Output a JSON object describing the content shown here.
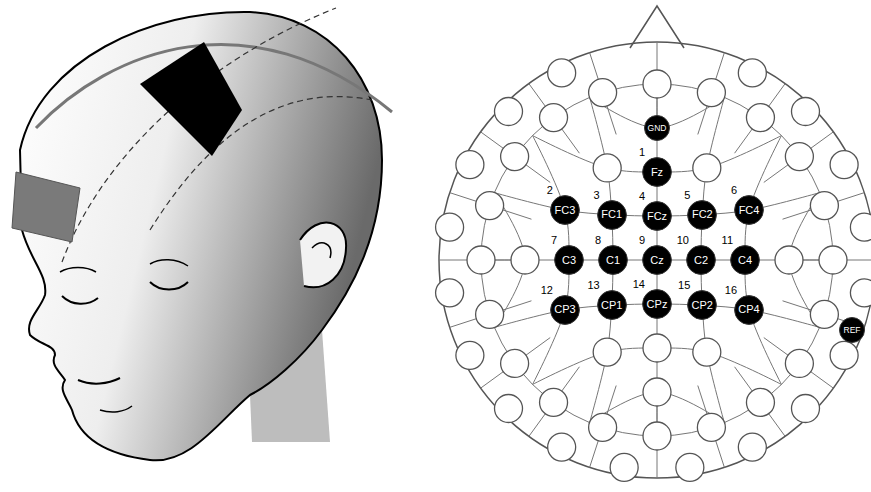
{
  "diagram": {
    "nodes": [
      {
        "text": [
          "GND"
        ]
      },
      {
        "text": [
          "Fz"
        ]
      },
      {
        "text": [
          "FC3"
        ]
      },
      {
        "text": [
          "FC1"
        ]
      },
      {
        "text": [
          "FCz"
        ]
      },
      {
        "text": [
          "FC2"
        ]
      },
      {
        "text": [
          "FC4"
        ]
      },
      {
        "text": [
          "C3"
        ]
      },
      {
        "text": [
          "C1"
        ]
      },
      {
        "text": [
          "Cz"
        ]
      },
      {
        "text": [
          "C2"
        ]
      },
      {
        "text": [
          "C4"
        ]
      },
      {
        "text": [
          "CP3"
        ]
      },
      {
        "text": [
          "CP1"
        ]
      },
      {
        "text": [
          "CPz"
        ]
      },
      {
        "text": [
          "CP2"
        ]
      },
      {
        "text": [
          "CP4"
        ]
      },
      {
        "text": [
          "REF"
        ]
      }
    ],
    "labels": [
      "1",
      "2",
      "3",
      "4",
      "5",
      "6",
      "7",
      "8",
      "9",
      "10",
      "11",
      "12",
      "13",
      "14",
      "15",
      "16"
    ]
  }
}
